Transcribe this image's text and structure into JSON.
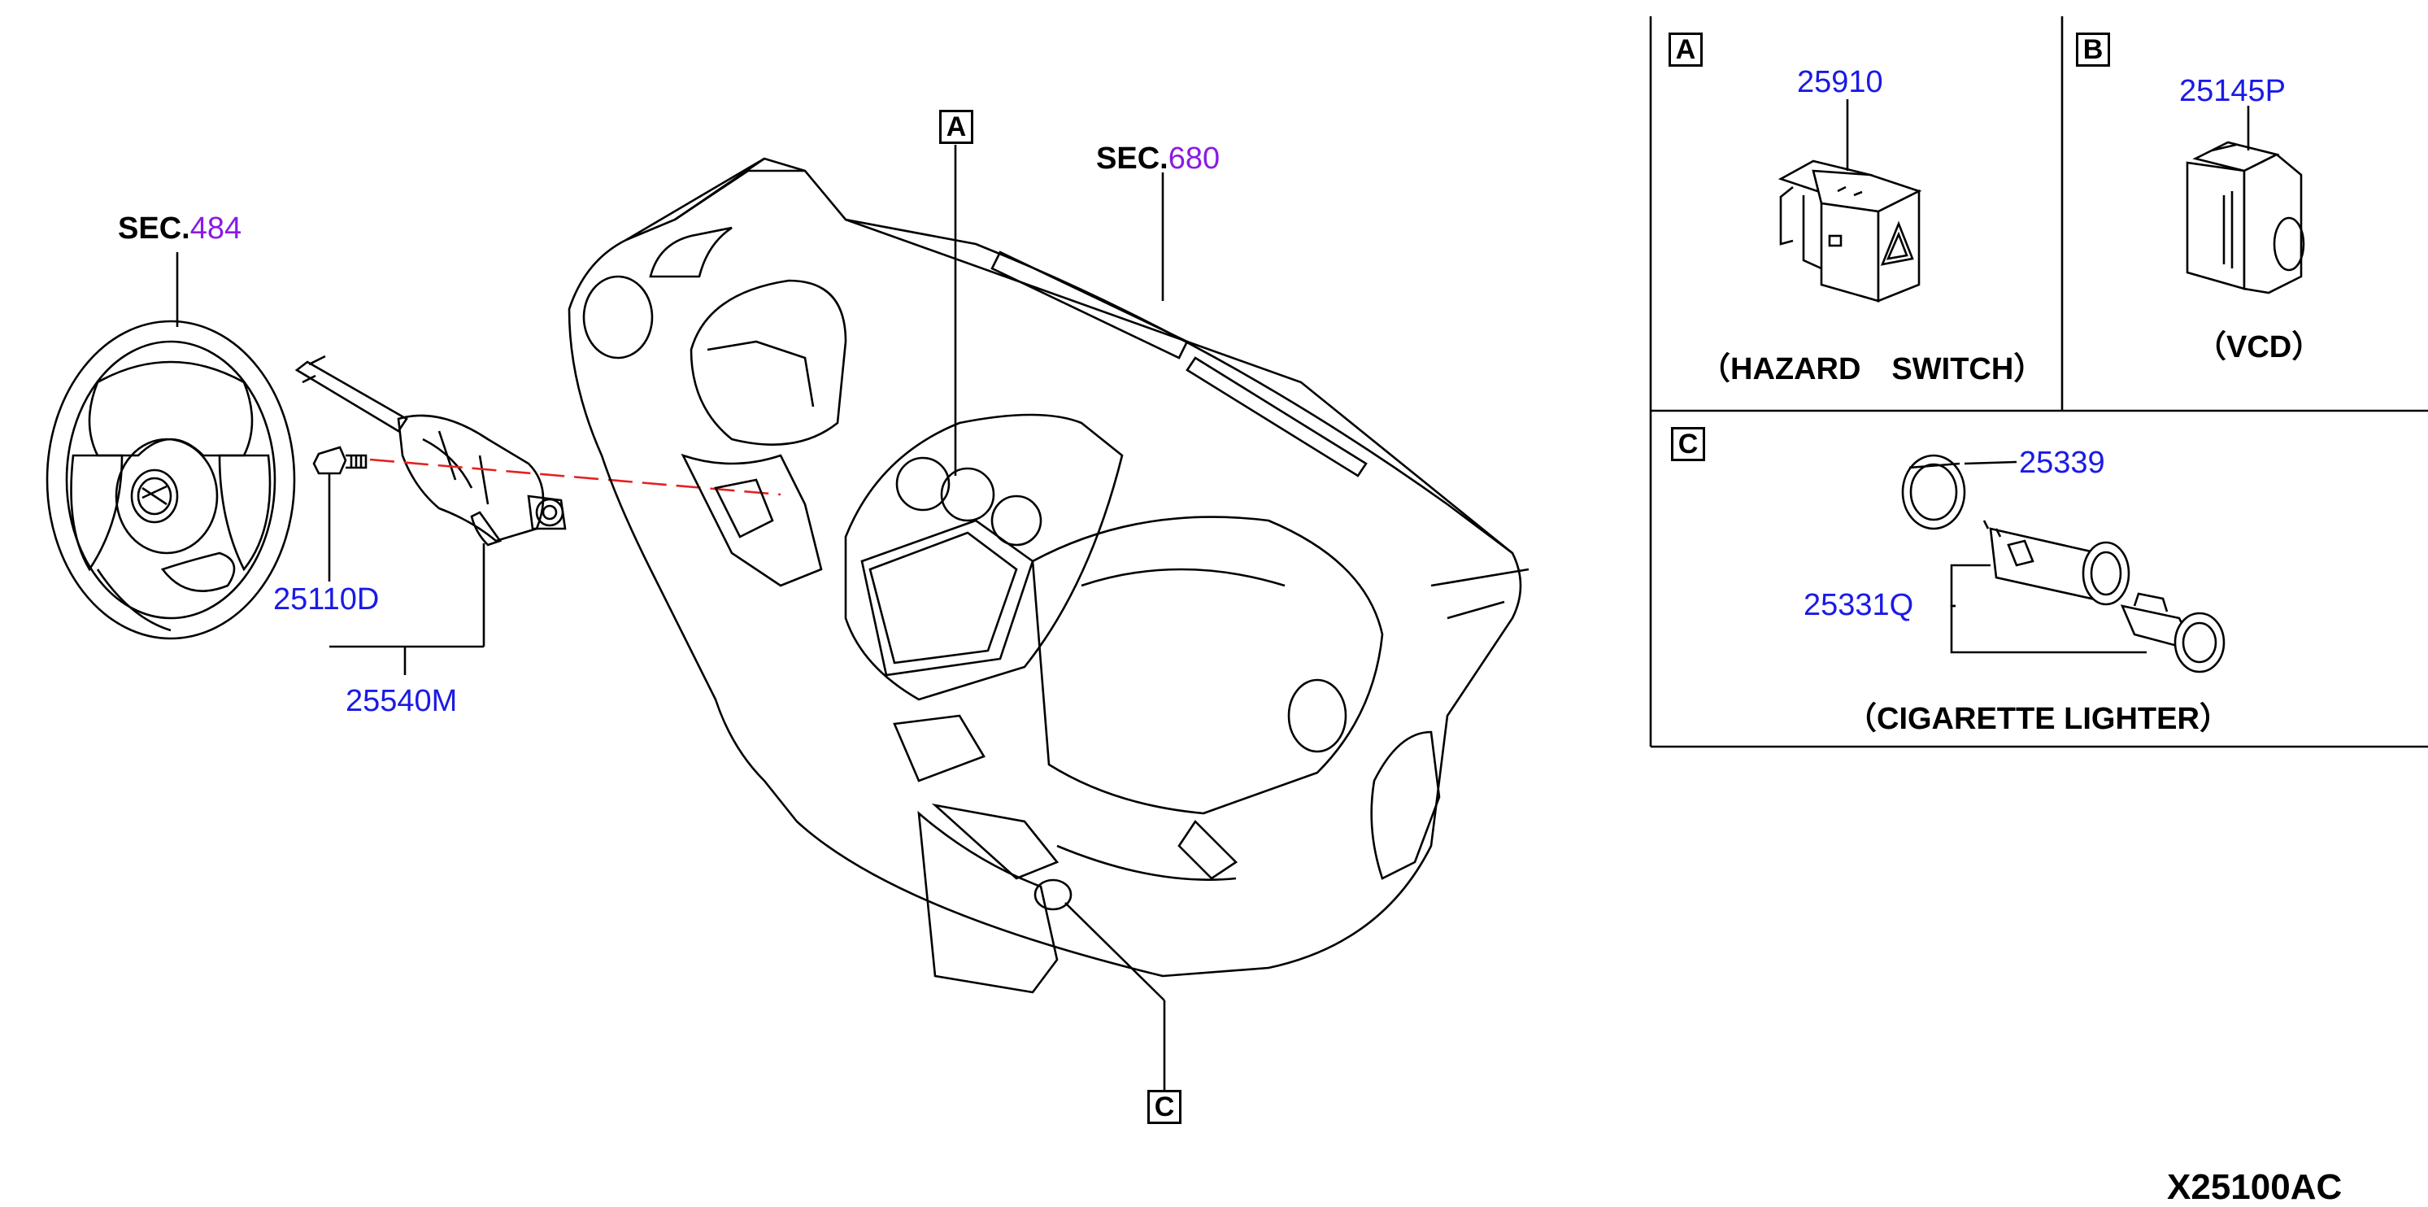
{
  "diagram_code": "X25100AC",
  "colors": {
    "part_number": "#1a1ae6",
    "section_number": "#8a1ae6",
    "guide_line": "#e62020",
    "stroke": "#000000"
  },
  "sections": [
    {
      "prefix": "SEC.",
      "number": "484"
    },
    {
      "prefix": "SEC.",
      "number": "680"
    }
  ],
  "parts": {
    "p25110D": "25110D",
    "p25540M": "25540M",
    "p25910": "25910",
    "p25145P": "25145P",
    "p25339": "25339",
    "p25331Q": "25331Q"
  },
  "callouts": {
    "a": "A",
    "b": "B",
    "c": "C"
  },
  "captions": {
    "hazard": "（HAZARD　SWITCH）",
    "vcd": "（VCD）",
    "lighter": "（CIGARETTE LIGHTER）"
  }
}
